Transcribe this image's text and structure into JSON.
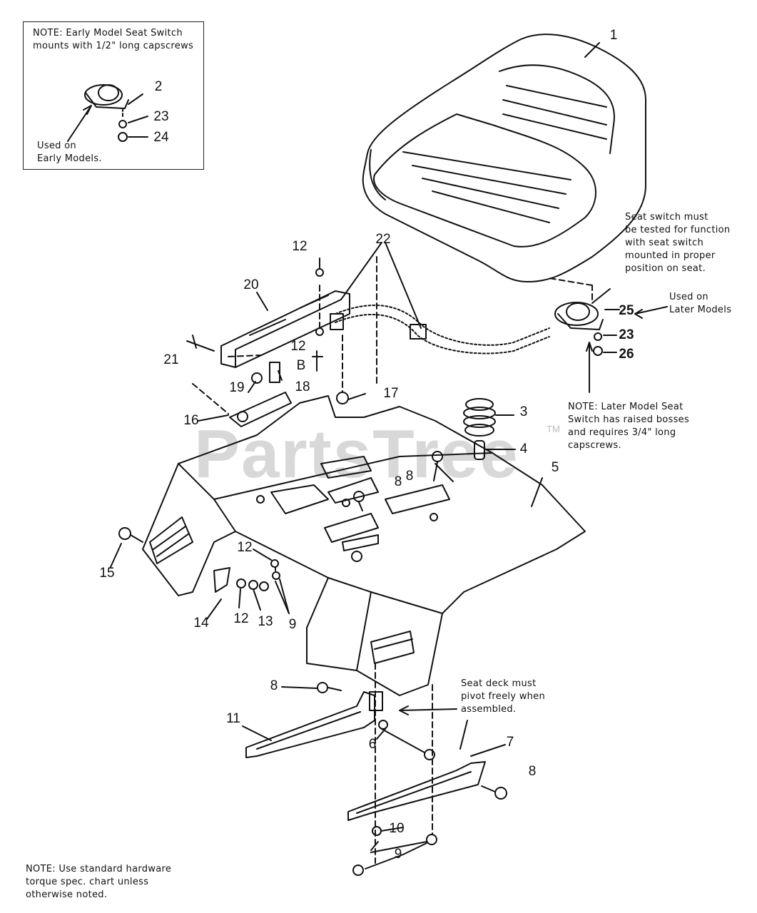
{
  "watermark": {
    "text": "PartsTree",
    "tm": "TM"
  },
  "notes": {
    "early_model": "NOTE: Early Model Seat Switch\nmounts with 1/2\" long capscrews",
    "used_early": "Used on\nEarly Models.",
    "seat_switch_test": "Seat switch must\nbe tested for function\nwith seat switch\nmounted in proper\nposition on seat.",
    "used_later": "Used on\nLater Models",
    "later_model": "NOTE: Later Model Seat\nSwitch has raised bosses\nand requires 3/4\" long\ncapscrews.",
    "seat_deck": "Seat deck must\npivot freely when\nassembled.",
    "hardware": "NOTE: Use standard hardware\ntorque spec. chart unless\notherwise noted."
  },
  "callouts": {
    "c1": "1",
    "c2": "2",
    "c23a": "23",
    "c24": "24",
    "c12a": "12",
    "c22": "22",
    "c20": "20",
    "c21": "21",
    "c12b": "12",
    "cB": "B",
    "c19": "19",
    "c18": "18",
    "c17": "17",
    "c16": "16",
    "c3": "3",
    "c4": "4",
    "c5": "5",
    "c8a": "8",
    "c8b": "8",
    "c25": "25",
    "c23b": "23",
    "c26": "26",
    "c15": "15",
    "c12c": "12",
    "c14": "14",
    "c12d": "12",
    "c13": "13",
    "c9a": "9",
    "c8c": "8",
    "c11": "11",
    "c6": "6",
    "c7": "7",
    "c8d": "8",
    "c10": "10",
    "c9b": "9"
  }
}
